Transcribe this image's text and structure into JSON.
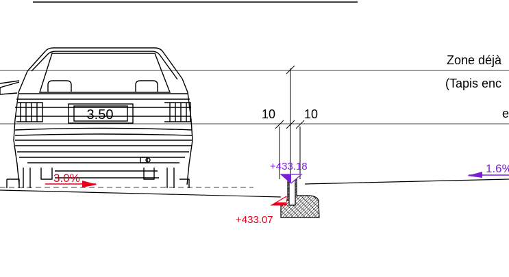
{
  "labels": {
    "zone_line1": "Zone déjà",
    "zone_line2": "(Tapis enc",
    "zone_line3": "e",
    "plate": "3.50",
    "dim_left": "10",
    "dim_right": "10",
    "elev_top": "+433.18",
    "elev_bottom": "+433.07",
    "slope_left": "3.0%",
    "slope_right": "1.6%"
  },
  "colors": {
    "line": "#000000",
    "red": "#e8001c",
    "purple": "#7a1fd6"
  },
  "icons": {
    "vehicle": "car-rear-view-icon",
    "curb": "curb-hatched-icon",
    "elevation_marker_top": "triangle-down-icon",
    "elevation_marker_bottom": "triangle-right-icon",
    "slope_arrow": "arrow-icon"
  }
}
